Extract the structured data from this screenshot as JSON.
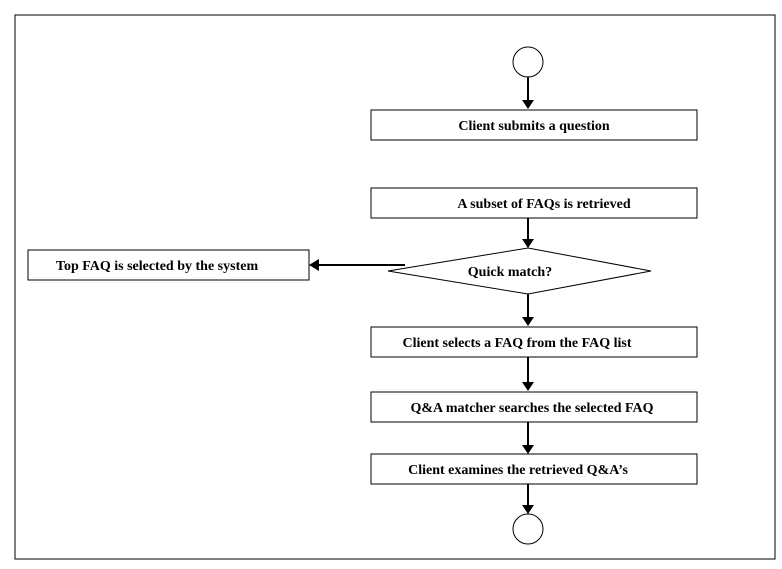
{
  "diagram": {
    "nodes": {
      "start": {
        "label": ""
      },
      "submit": {
        "label": "Client submits a question"
      },
      "retrieve": {
        "label": "A subset of FAQs is retrieved"
      },
      "decision": {
        "label": "Quick match?"
      },
      "top_faq": {
        "label": "Top FAQ is selected by the system"
      },
      "select_faq": {
        "label": "Client selects a FAQ from the FAQ list"
      },
      "matcher": {
        "label": "Q&A matcher searches the selected FAQ"
      },
      "examine": {
        "label": "Client examines the retrieved Q&A’s"
      },
      "end": {
        "label": ""
      }
    }
  }
}
